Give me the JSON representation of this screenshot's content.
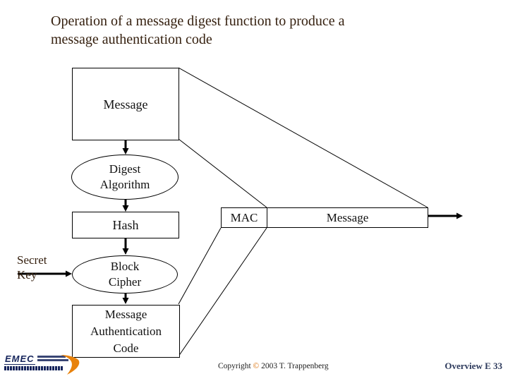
{
  "title": {
    "line1": "Operation of a message digest function to produce a",
    "line2": "message authentication code"
  },
  "diagram": {
    "message_box": {
      "label": "Message"
    },
    "digest": {
      "line1": "Digest",
      "line2": "Algorithm"
    },
    "hash": {
      "label": "Hash"
    },
    "secret_key": {
      "line1": "Secret",
      "line2": "Key"
    },
    "block_cipher": {
      "line1": "Block",
      "line2": "Cipher"
    },
    "mac_box": {
      "line1": "Message",
      "line2": "Authentication",
      "line3": "Code"
    },
    "output": {
      "mac": "MAC",
      "message": "Message"
    }
  },
  "footer": {
    "logo": "EMEC",
    "copyright": {
      "prefix": "Copyright",
      "symbol": "©",
      "rest": "2003 T. Trappenberg"
    },
    "page_label": "Overview E 33"
  },
  "colors": {
    "background": "#ffffff",
    "title_text": "#35200f",
    "diagram_text": "#111111",
    "line": "#000000",
    "copyright_symbol": "#d96c00",
    "logo_navy": "#16255c",
    "logo_orange": "#e8820c",
    "page_label_text": "#2d3a5c"
  }
}
